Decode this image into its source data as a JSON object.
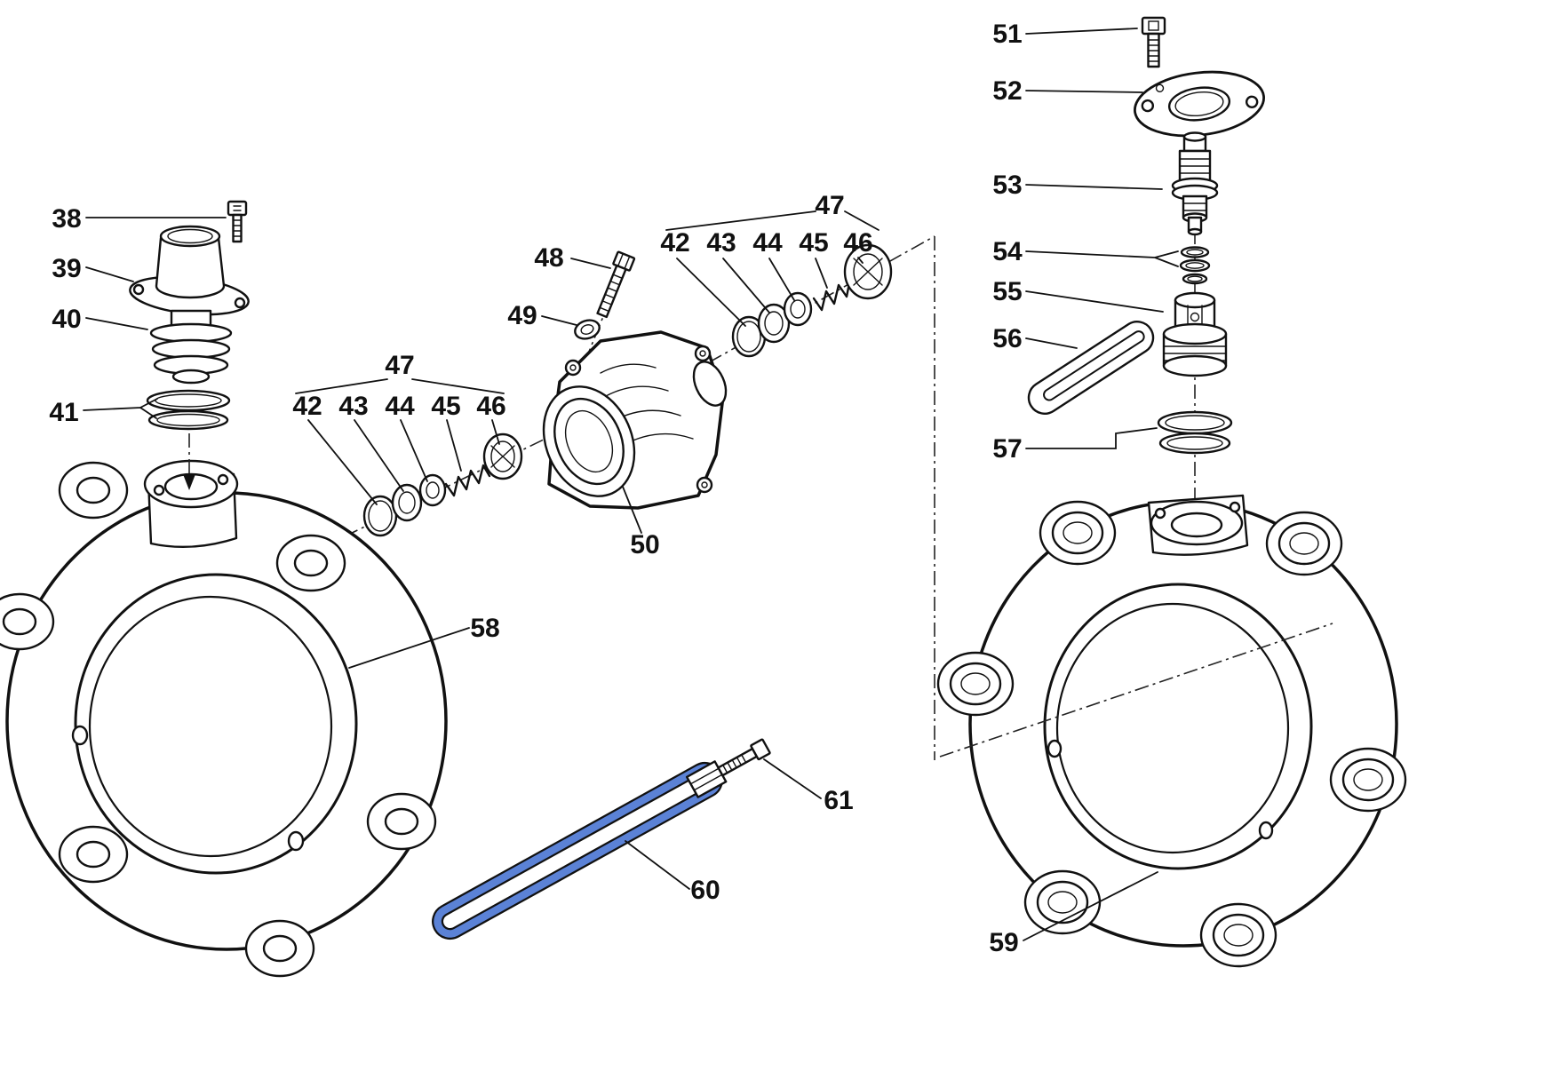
{
  "diagram": {
    "type": "exploded-parts-diagram",
    "background": "#ffffff",
    "line_color": "#111111",
    "highlight_color": "#5b82d6"
  },
  "callouts": {
    "n38": "38",
    "n39": "39",
    "n40": "40",
    "n41": "41",
    "n48": "48",
    "n49": "49",
    "n50": "50",
    "n51": "51",
    "n52": "52",
    "n53": "53",
    "n54": "54",
    "n55": "55",
    "n56": "56",
    "n57": "57",
    "n58": "58",
    "n59": "59",
    "n60": "60",
    "n61": "61",
    "group47_left": {
      "n47": "47",
      "n42": "42",
      "n43": "43",
      "n44": "44",
      "n45": "45",
      "n46": "46"
    },
    "group47_top": {
      "n47": "47",
      "n42": "42",
      "n43": "43",
      "n44": "44",
      "n45": "45",
      "n46": "46"
    }
  }
}
